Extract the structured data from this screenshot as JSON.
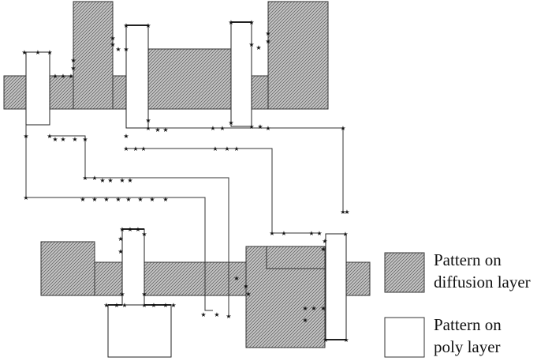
{
  "legend": {
    "diffusion": {
      "line1": "Pattern on",
      "line2": "diffusion layer"
    },
    "poly": {
      "line1": "Pattern on",
      "line2": "poly layer"
    }
  },
  "colors": {
    "diffusion_fill": "#bdbdbd",
    "hatch_line": "#555555",
    "outline": "#333333",
    "poly_line": "#222222",
    "star": "#111111"
  }
}
